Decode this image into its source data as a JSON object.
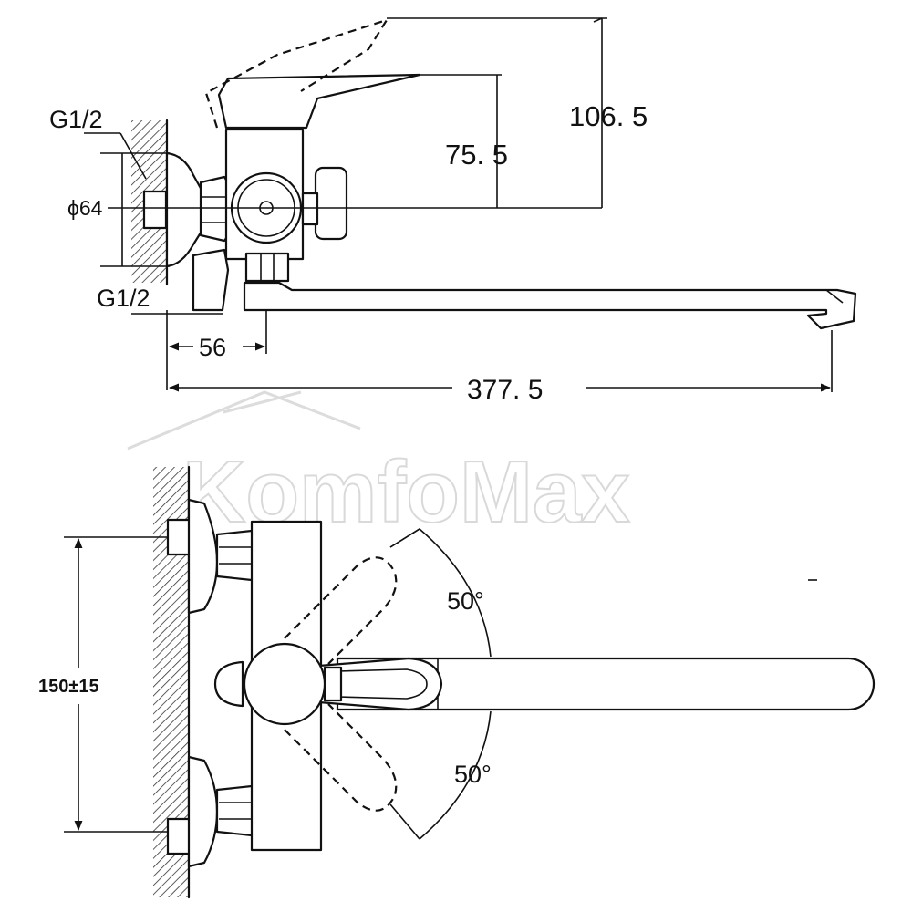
{
  "watermark": {
    "text": "KomfoMax"
  },
  "top_view": {
    "labels": {
      "thread_top": "G1/2",
      "diameter": "ϕ64",
      "thread_bottom": "G1/2",
      "offset": "56",
      "height_inner": "75. 5",
      "height_outer": "106. 5",
      "spout_length": "377. 5"
    }
  },
  "front_view": {
    "labels": {
      "spacing": "150±15",
      "angle_up": "50°",
      "angle_down": "50°"
    }
  },
  "colors": {
    "line": "#111111",
    "background": "#ffffff",
    "watermark_outline": "#d9d9d9"
  }
}
